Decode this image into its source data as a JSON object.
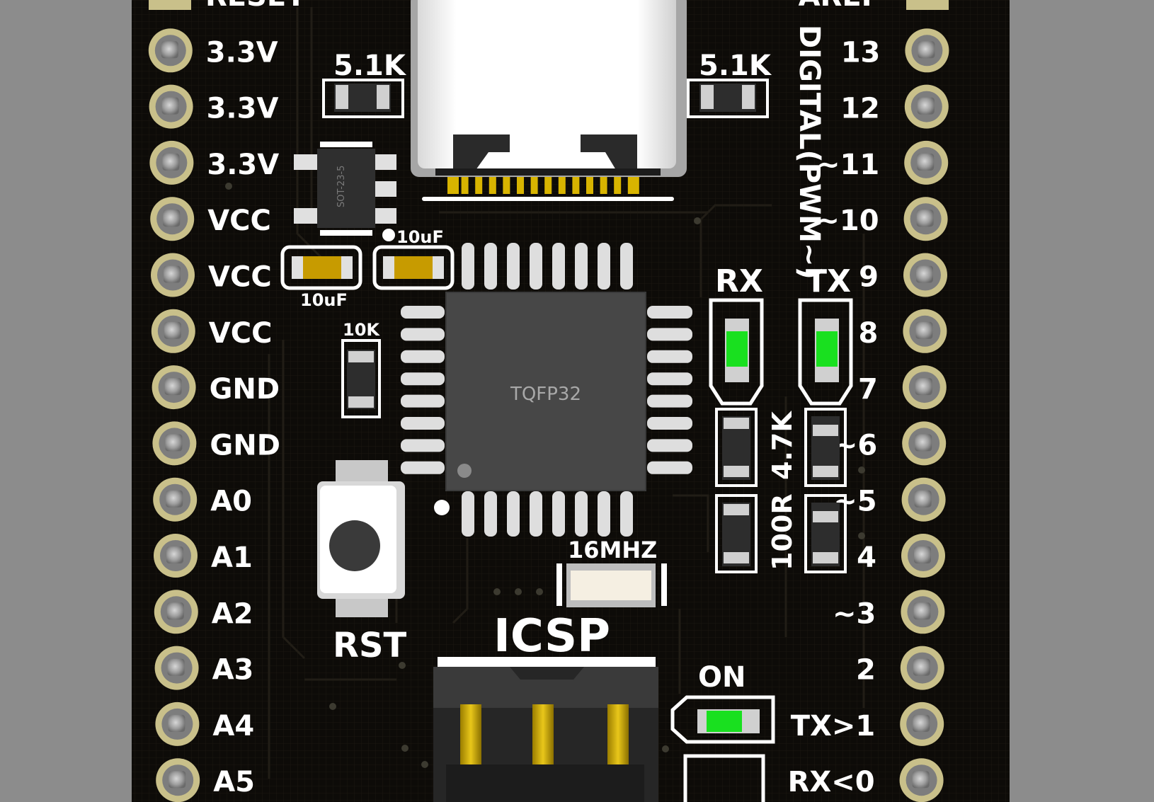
{
  "board": {
    "colors": {
      "background": "#8c8c8c",
      "board": "#0d0b08",
      "silkscreen": "#ffffff",
      "pad_ring": "#c9c08a",
      "gold": "#d8b400",
      "led_green": "#19e01f",
      "chip_body": "#454545",
      "trace": "#1b1813"
    },
    "left_header": {
      "pins": [
        "RESET",
        "3.3V",
        "3.3V",
        "3.3V",
        "VCC",
        "VCC",
        "VCC",
        "GND",
        "GND",
        "A0",
        "A1",
        "A2",
        "A3",
        "A4",
        "A5"
      ]
    },
    "right_header": {
      "pins": [
        "AREF",
        "13",
        "12",
        "~11",
        "~10",
        "9",
        "8",
        "7",
        "~6",
        "~5",
        "4",
        "~3",
        "2",
        "TX>1",
        "RX<0"
      ],
      "group_label": "DIGITAL(PWM~)"
    },
    "components": {
      "cc_resistor_left": "5.1K",
      "cc_resistor_right": "5.1K",
      "regulator": "SOT-23-5",
      "cap_left": "10uF",
      "cap_right": "10uF",
      "reset_pullup": "10K",
      "mcu": "TQFP32",
      "crystal": "16MHZ",
      "reset_button": "RST",
      "icsp_header": "ICSP",
      "led_rx": "RX",
      "led_tx": "TX",
      "led_power": "ON",
      "led_resistor_100r": "100R",
      "led_resistor_4k7": "4.7K"
    }
  }
}
